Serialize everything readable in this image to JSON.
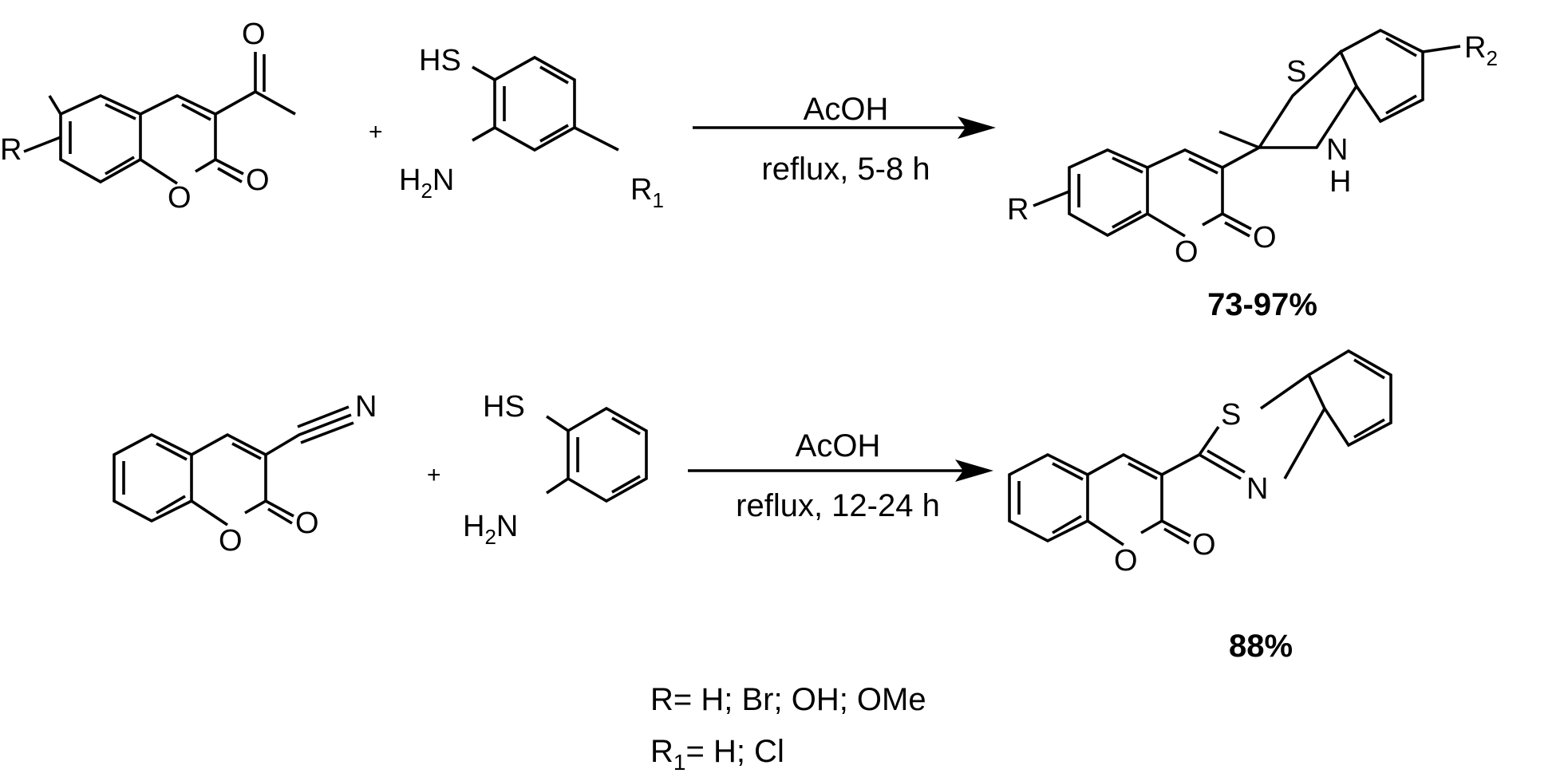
{
  "atoms": {
    "O": "O",
    "N": "N",
    "S": "S",
    "H": "H",
    "HS": "HS",
    "R": "R",
    "H2N_main": "H",
    "H2N_sub": "2",
    "H2N_tail": "N",
    "R1_main": "R",
    "R1_sub": "1",
    "R2_main": "R",
    "R2_sub": "2"
  },
  "plus_sign": "+",
  "reaction1": {
    "reagent": "AcOH",
    "conditions": "reflux, 5-8 h",
    "yield": "73-97%"
  },
  "reaction2": {
    "reagent": "AcOH",
    "conditions": "reflux, 12-24 h",
    "yield": "88%"
  },
  "legend": {
    "r_line": "= H; Br; OH; OMe",
    "r_label": "R",
    "r1_label": "R",
    "r1_sub": "1",
    "r1_line": "= H; Cl"
  }
}
